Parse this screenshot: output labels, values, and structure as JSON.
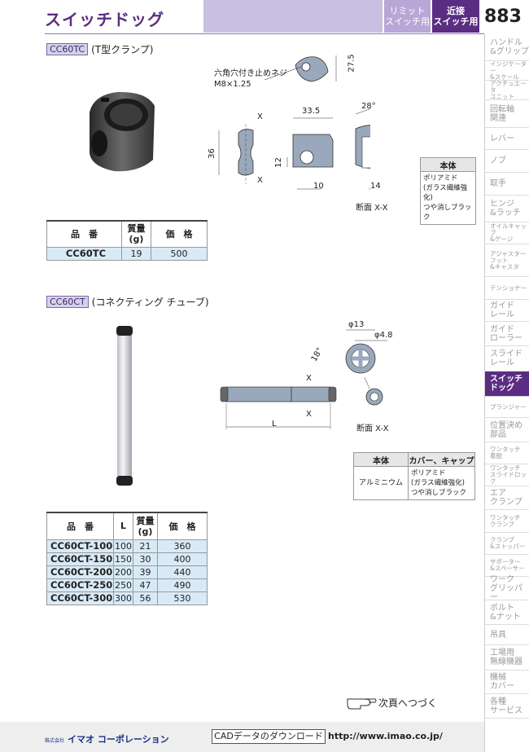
{
  "header": {
    "title": "スイッチドッグ",
    "tab_limit": "リミット\nスイッチ用",
    "tab_proximity": "近接\nスイッチ用",
    "page_number": "883"
  },
  "sidebar": {
    "items": [
      {
        "label": "ハンドル\n&グリップ",
        "small": false
      },
      {
        "label": "インジケーター\n&スケール",
        "small": true
      },
      {
        "label": "アクチュエータ\nユニット",
        "small": true
      },
      {
        "label": "回転軸\n関連",
        "small": false
      },
      {
        "label": "レバー",
        "small": false
      },
      {
        "label": "ノブ",
        "small": false
      },
      {
        "label": "取手",
        "small": false
      },
      {
        "label": "ヒンジ\n&ラッチ",
        "small": false
      },
      {
        "label": "オイルキャップ\n&ゲージ",
        "small": true
      },
      {
        "label": "アジャスター\nフット\n&キャスタ",
        "small": true
      },
      {
        "label": "テンショナー",
        "small": true
      },
      {
        "label": "ガイド\nレール",
        "small": false
      },
      {
        "label": "ガイド\nローラー",
        "small": false
      },
      {
        "label": "スライド\nレール",
        "small": false
      },
      {
        "label": "スイッチ\nドッグ",
        "small": false,
        "active": true
      },
      {
        "label": "プランジャー",
        "small": true
      },
      {
        "label": "位置決め\n部品",
        "small": false
      },
      {
        "label": "ワンタッチ\n着脱",
        "small": true
      },
      {
        "label": "ワンタッチ\nスライドロック",
        "small": true
      },
      {
        "label": "エア\nクランプ",
        "small": false
      },
      {
        "label": "ワンタッチ\nクランプ",
        "small": true
      },
      {
        "label": "クランプ\n&ストッパー",
        "small": true
      },
      {
        "label": "サポーター\n&スペーサー",
        "small": true
      },
      {
        "label": "ワーク\nグリッパー",
        "small": false
      },
      {
        "label": "ボルト\n&ナット",
        "small": false
      },
      {
        "label": "吊具",
        "small": false
      },
      {
        "label": "工場用\n無線機器",
        "small": false
      },
      {
        "label": "機械\nカバー",
        "small": false
      },
      {
        "label": "各種\nサービス",
        "small": false
      }
    ]
  },
  "section1": {
    "code": "CC60TC",
    "name": "(T型クランプ)",
    "callout": "六角穴付き止めネジ\nM8×1.25",
    "dims": {
      "h": "27.5",
      "w": "33.5",
      "angle": "28°",
      "height": "36",
      "d12": "12",
      "d10": "10",
      "d14": "14",
      "x": "X"
    },
    "section_label": "断面 X-X",
    "material_header": "本体",
    "material_body": "ポリアミド\n(ガラス繊維強化)\nつや消しブラック",
    "table": {
      "headers": [
        "品　番",
        "質量\n(g)",
        "価　格"
      ],
      "rows": [
        [
          "CC60TC",
          "19",
          "500"
        ]
      ]
    }
  },
  "section2": {
    "code": "CC60CT",
    "name": "(コネクティング チューブ)",
    "dims": {
      "d13": "φ13",
      "d48": "φ4.8",
      "angle": "18°",
      "L": "L",
      "x": "X"
    },
    "section_label": "断面 X-X",
    "material_headers": [
      "本体",
      "カバー、キャップ"
    ],
    "material_cells": [
      "アルミニウム",
      "ポリアミド\n(ガラス繊維強化)\nつや消しブラック"
    ],
    "table": {
      "headers": [
        "品　番",
        "L",
        "質量\n(g)",
        "価　格"
      ],
      "rows": [
        [
          "CC60CT-100",
          "100",
          "21",
          "360"
        ],
        [
          "CC60CT-150",
          "150",
          "30",
          "400"
        ],
        [
          "CC60CT-200",
          "200",
          "39",
          "440"
        ],
        [
          "CC60CT-250",
          "250",
          "47",
          "490"
        ],
        [
          "CC60CT-300",
          "300",
          "56",
          "530"
        ]
      ]
    }
  },
  "next_page": "次頁へつづく",
  "footer": {
    "logo_prefix": "株式会社",
    "logo": "イマオ コーポレーション",
    "cad": "CADデータのダウンロード",
    "url": "http://www.imao.co.jp/"
  }
}
